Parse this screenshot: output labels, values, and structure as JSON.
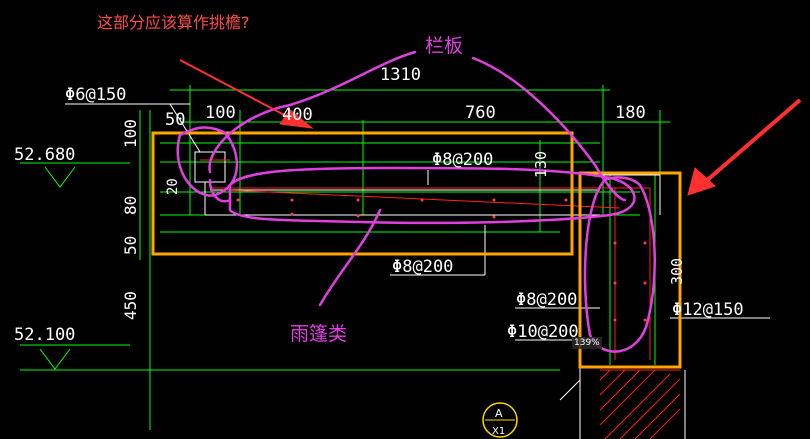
{
  "annotations": {
    "question": "这部分应该算作挑檐?",
    "parapet": "栏板",
    "canopy": "雨篷类"
  },
  "dimensions": {
    "total_width": "1310",
    "seg_50": "50",
    "seg_100": "100",
    "seg_400": "400",
    "seg_760": "760",
    "seg_180": "180",
    "v_100": "100",
    "v_80": "80",
    "v_50": "50",
    "v_450": "450",
    "v_20": "20",
    "v_130": "130",
    "v_300": "300"
  },
  "rebar_labels": {
    "top_left": "Φ6@150",
    "slab_top": "Φ8@200",
    "slab_bottom": "Φ8@200",
    "col_a": "Φ8@200",
    "col_b": "Φ10@200",
    "col_c": "Φ12@150"
  },
  "elevations": {
    "upper": "52.680",
    "lower": "52.100"
  },
  "axis_bubble": {
    "letter": "A",
    "sub": "X1"
  },
  "zoom_level": "139%",
  "colors": {
    "background": "#000000",
    "cad_green": "#00ff00",
    "cad_white": "#ffffff",
    "cad_red": "#ff2020",
    "highlight_orange": "#ffa500",
    "annotation_magenta": "#e040e0",
    "annotation_red": "#ff4040"
  }
}
